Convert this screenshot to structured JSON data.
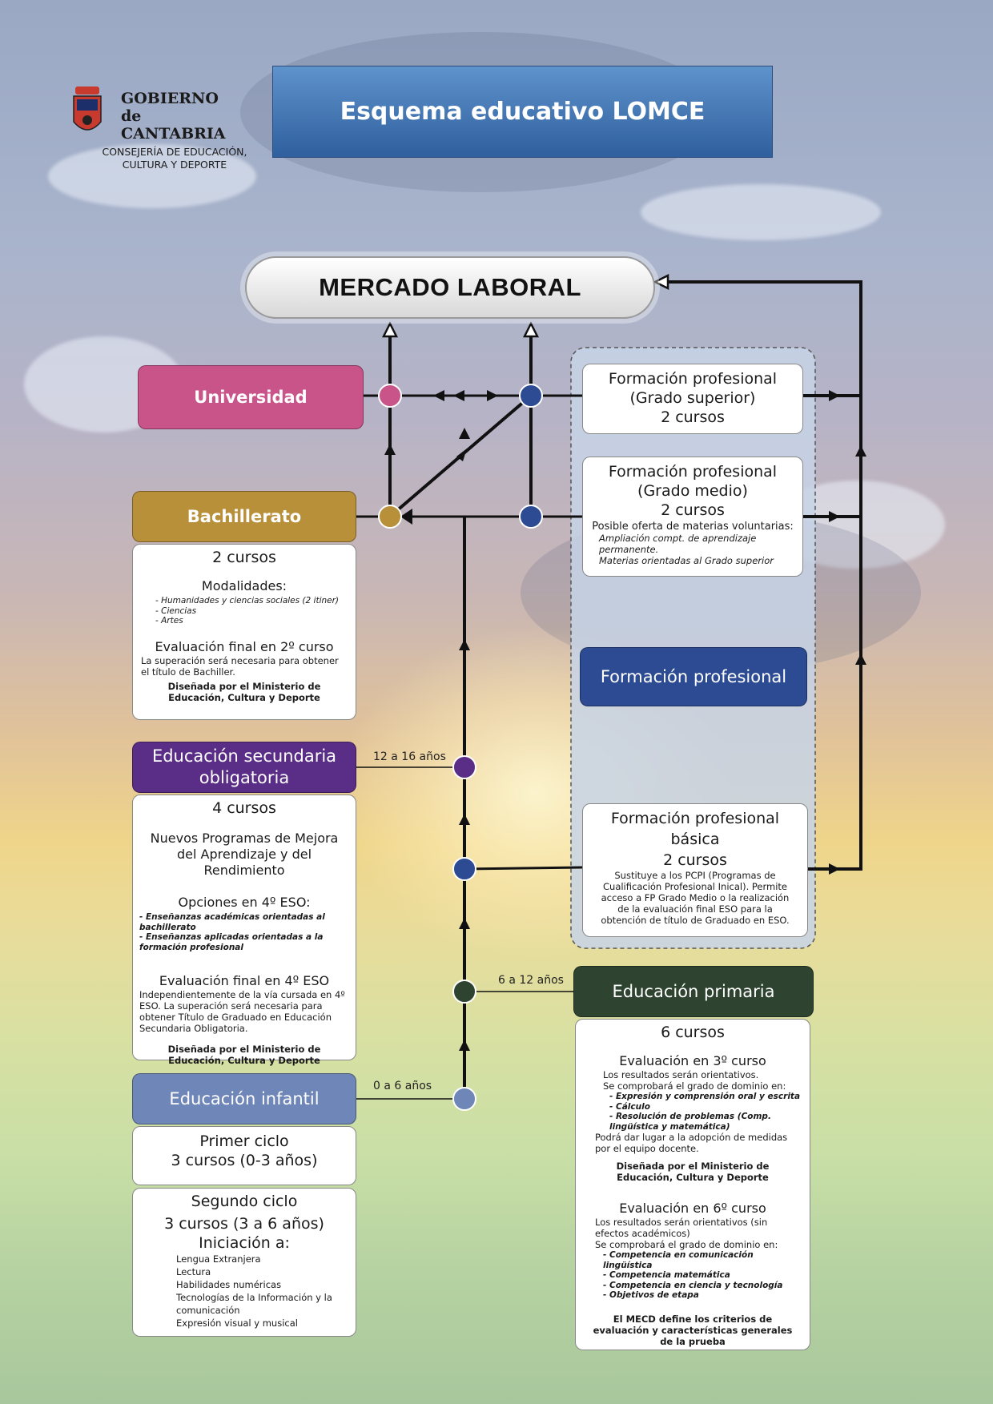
{
  "header": {
    "org_line1": "GOBIERNO",
    "org_line2": "de",
    "org_line3": "CANTABRIA",
    "dept_line1": "CONSEJERÍA DE EDUCACIÓN,",
    "dept_line2": "CULTURA Y DEPORTE",
    "title": "Esquema educativo LOMCE"
  },
  "mercado": "MERCADO LABORAL",
  "universidad": "Universidad",
  "bachillerato": {
    "title": "Bachillerato",
    "cursos": "2 cursos",
    "modalidades_title": "Modalidades:",
    "modalidades": [
      "- Humanidades y ciencias sociales (2 itiner)",
      "- Ciencias",
      "- Artes"
    ],
    "eval_title": "Evaluación final en 2º curso",
    "eval_text": "La superación será necesaria para obtener el título de Bachiller.",
    "eval_note": "Diseñada por el Ministerio de Educación, Cultura y Deporte"
  },
  "eso": {
    "title": "Educación secundaria obligatoria",
    "age": "12 a 16 años",
    "cursos": "4 cursos",
    "programas": "Nuevos Programas de Mejora del Aprendizaje y del Rendimiento",
    "opciones_title": "Opciones en 4º ESO:",
    "opciones": [
      "- Enseñanzas académicas orientadas al bachillerato",
      "- Enseñanzas aplicadas orientadas a la formación profesional"
    ],
    "eval_title": "Evaluación final en 4º ESO",
    "eval_text": "Independientemente de la vía cursada en 4º ESO. La superación será necesaria para obtener Título de Graduado en Educación Secundaria Obligatoria.",
    "eval_note": "Diseñada por el Ministerio de Educación, Cultura y Deporte"
  },
  "infantil": {
    "title": "Educación infantil",
    "age": "0 a 6 años",
    "ciclo1": "Primer ciclo",
    "ciclo1_cursos": "3 cursos (0-3 años)",
    "ciclo2": "Segundo ciclo",
    "ciclo2_cursos": "3 cursos (3 a 6 años)",
    "iniciacion_title": "Iniciación a:",
    "iniciacion": [
      "Lengua Extranjera",
      "Lectura",
      "Habilidades numéricas",
      "Tecnologías de la Información y la comunicación",
      "Expresión visual y musical"
    ]
  },
  "fp_superior": {
    "line1": "Formación profesional",
    "line2": "(Grado superior)",
    "line3": "2 cursos"
  },
  "fp_medio": {
    "line1": "Formación profesional",
    "line2": "(Grado medio)",
    "line3": "2 cursos",
    "oferta_title": "Posible oferta de materias voluntarias:",
    "oferta": [
      "Ampliación compt. de aprendizaje permanente.",
      "Materias orientadas al Grado superior"
    ]
  },
  "fp_label": "Formación profesional",
  "fp_basica": {
    "line1": "Formación profesional",
    "line2": "básica",
    "line3": "2 cursos",
    "text": "Sustituye a los PCPI (Programas de Cualificación Profesional Inical). Permite acceso a FP Grado Medio o la realización de la evaluación final ESO para la obtención de título de Graduado en ESO."
  },
  "primaria": {
    "title": "Educación primaria",
    "age": "6 a 12 años",
    "cursos": "6 cursos",
    "eval3_title": "Evaluación en 3º curso",
    "eval3_text1": "Los resultados serán orientativos.",
    "eval3_text2": "Se comprobará el grado de dominio en:",
    "eval3_items": [
      "- Expresión y comprensión oral y escrita",
      "- Cálculo",
      "- Resolución de problemas (Comp. lingüística y matemática)"
    ],
    "eval3_text3": "Podrá dar lugar a la adopción de medidas por el equipo docente.",
    "eval3_note": "Diseñada por el Ministerio de Educación, Cultura y Deporte",
    "eval6_title": "Evaluación en 6º curso",
    "eval6_text1": "Los resultados serán orientativos (sin efectos académicos)",
    "eval6_text2": "Se comprobará el grado de dominio en:",
    "eval6_items": [
      "- Competencia en comunicación lingüística",
      "- Competencia matemática",
      "- Competencia en ciencia y tecnología",
      "- Objetivos de etapa"
    ],
    "eval6_note": "El MECD define los criterios de evaluación y características generales de la prueba"
  },
  "colors": {
    "universidad": "#c9548a",
    "bachillerato": "#b8903a",
    "eso": "#5a2d86",
    "infantil": "#6f86b8",
    "fp": "#2c4b93",
    "primaria": "#2e4430",
    "title_bar": "#3f73b0",
    "fp_panel": "#c7d3e6"
  }
}
